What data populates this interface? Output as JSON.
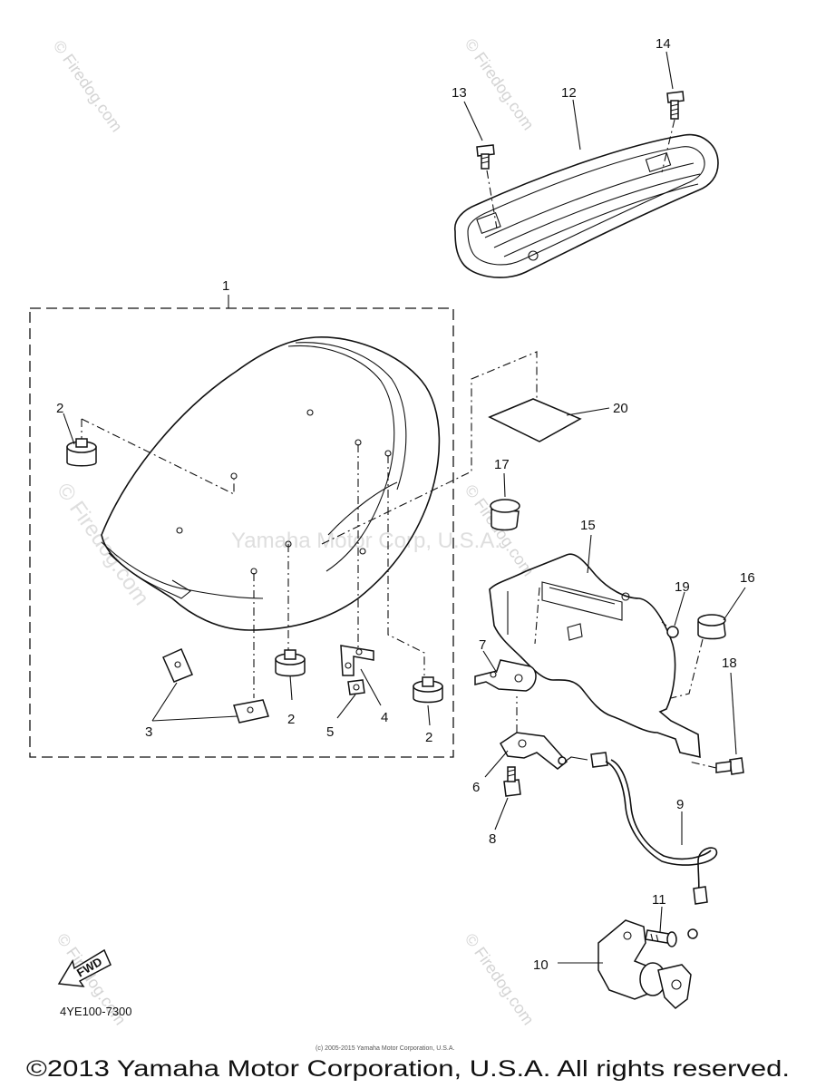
{
  "diagram": {
    "part_code": "4YE100-7300",
    "fwd_label": "FWD",
    "callouts": [
      {
        "id": "c1",
        "label": "1"
      },
      {
        "id": "c2a",
        "label": "2"
      },
      {
        "id": "c2b",
        "label": "2"
      },
      {
        "id": "c2c",
        "label": "2"
      },
      {
        "id": "c3",
        "label": "3"
      },
      {
        "id": "c4",
        "label": "4"
      },
      {
        "id": "c5",
        "label": "5"
      },
      {
        "id": "c6",
        "label": "6"
      },
      {
        "id": "c7",
        "label": "7"
      },
      {
        "id": "c8",
        "label": "8"
      },
      {
        "id": "c9",
        "label": "9"
      },
      {
        "id": "c10",
        "label": "10"
      },
      {
        "id": "c11",
        "label": "11"
      },
      {
        "id": "c12",
        "label": "12"
      },
      {
        "id": "c13",
        "label": "13"
      },
      {
        "id": "c14",
        "label": "14"
      },
      {
        "id": "c15",
        "label": "15"
      },
      {
        "id": "c16",
        "label": "16"
      },
      {
        "id": "c17",
        "label": "17"
      },
      {
        "id": "c18",
        "label": "18"
      },
      {
        "id": "c19",
        "label": "19"
      },
      {
        "id": "c20",
        "label": "20"
      }
    ]
  },
  "watermarks": {
    "firedog": "© Firedog.com",
    "center": "Yamaha Motor Corp, U.S.A.",
    "small_print": "(c) 2005-2015 Yamaha Motor Corporation, U.S.A."
  },
  "footer": {
    "copyright": "©2013 Yamaha Motor Corporation, U.S.A. All rights reserved."
  }
}
